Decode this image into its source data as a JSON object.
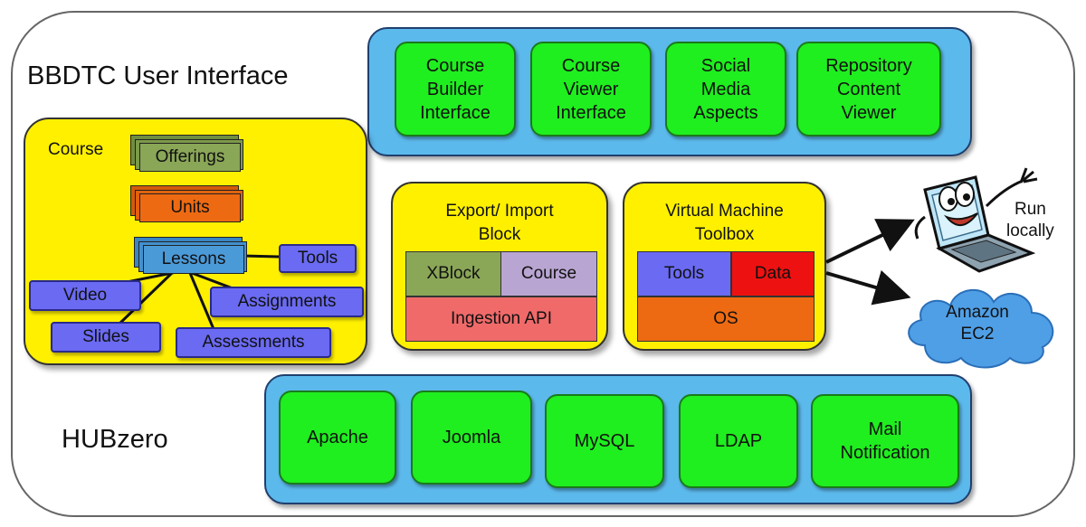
{
  "diagram": {
    "top_title": "BBDTC User Interface",
    "bottom_title": "HUBzero",
    "ui_modules": [
      "Course\nBuilder\nInterface",
      "Course\nViewer\nInterface",
      "Social\nMedia\nAspects",
      "Repository\nContent\nViewer"
    ],
    "course_panel": {
      "label": "Course",
      "offerings": "Offerings",
      "units": "Units",
      "lessons": "Lessons",
      "tools": "Tools",
      "video": "Video",
      "assignments": "Assignments",
      "slides": "Slides",
      "assessments": "Assessments"
    },
    "export_import": {
      "title": "Export/ Import\nBlock",
      "xblock": "XBlock",
      "course": "Course",
      "ingestion": "Ingestion API"
    },
    "vm_toolbox": {
      "title": "Virtual Machine\nToolbox",
      "tools": "Tools",
      "data": "Data",
      "os": "OS"
    },
    "run_locally": "Run\nlocally",
    "cloud": "Amazon\nEC2",
    "hub_modules": [
      "Apache",
      "Joomla",
      "MySQL",
      "LDAP",
      "Mail\nNotification"
    ],
    "colors": {
      "panel_blue": "#5cb9ec",
      "module_green": "#1fee1f",
      "panel_yellow": "#fff000",
      "offerings": "#8aa657",
      "units": "#ee6a12",
      "lessons": "#4b9ad8",
      "item_purple": "#6a6af2",
      "xblock": "#8aa657",
      "course_lilac": "#b9a5d2",
      "ingestion": "#f06a6a",
      "tools_blue": "#6a6af2",
      "data_red": "#ee1111",
      "os_orange": "#ee6a12",
      "cloud": "#4f9fe6"
    }
  }
}
